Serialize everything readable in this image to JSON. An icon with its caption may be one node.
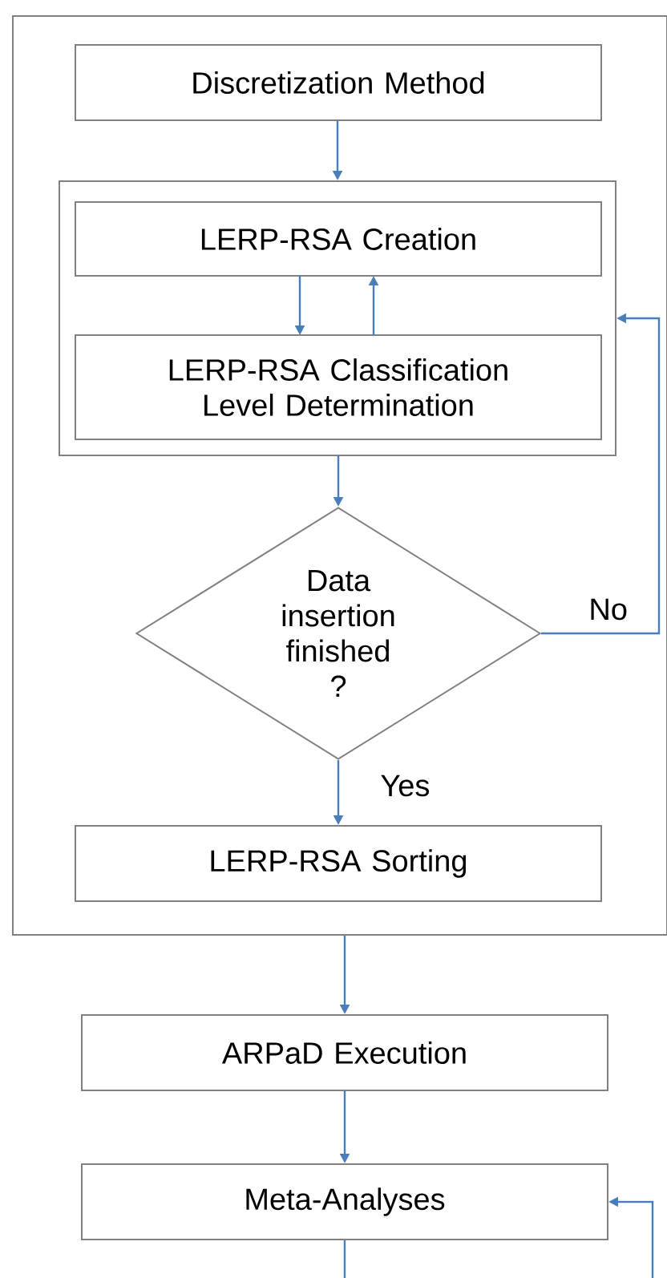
{
  "diagram": {
    "nodes": [
      {
        "text": [],
        "shape": "box"
      },
      {
        "text": [
          "Discretization Method"
        ],
        "in": 0
      },
      {
        "text": [],
        "shape": "box",
        "in": 0
      },
      {
        "text": [
          "LERP-RSA Creation"
        ],
        "in": 2
      },
      {
        "text": [
          "LERP-RSA Classification Level Determination"
        ],
        "in": 2
      },
      {
        "text": [
          "Data insertion finished ?"
        ],
        "in": 0
      },
      {
        "text": [
          "LERP-RSA Sorting"
        ],
        "in": 0
      },
      {
        "text": [
          "ARPaD Execution"
        ]
      },
      {
        "text": [
          "Meta-Analyses"
        ]
      }
    ],
    "edges": [
      {
        "from": 1,
        "to": 2,
        "arrow": "to"
      },
      {
        "from": 3,
        "to": 4,
        "arrow": "to"
      },
      {
        "from": 4,
        "to": 3,
        "arrow": "to"
      },
      {
        "from": 2,
        "to": 5,
        "arrow": "to"
      },
      {
        "from": 5,
        "to": 2,
        "arrow": "to",
        "label": "No"
      },
      {
        "from": 5,
        "to": 6,
        "arrow": "to",
        "label": "Yes"
      },
      {
        "from": 0,
        "to": 7,
        "arrow": "to"
      },
      {
        "from": 7,
        "to": 8,
        "arrow": "to"
      },
      {
        "from": null,
        "to": 8,
        "arrow": "to"
      },
      {
        "from": 8,
        "to": null,
        "arrow": "none"
      }
    ]
  }
}
